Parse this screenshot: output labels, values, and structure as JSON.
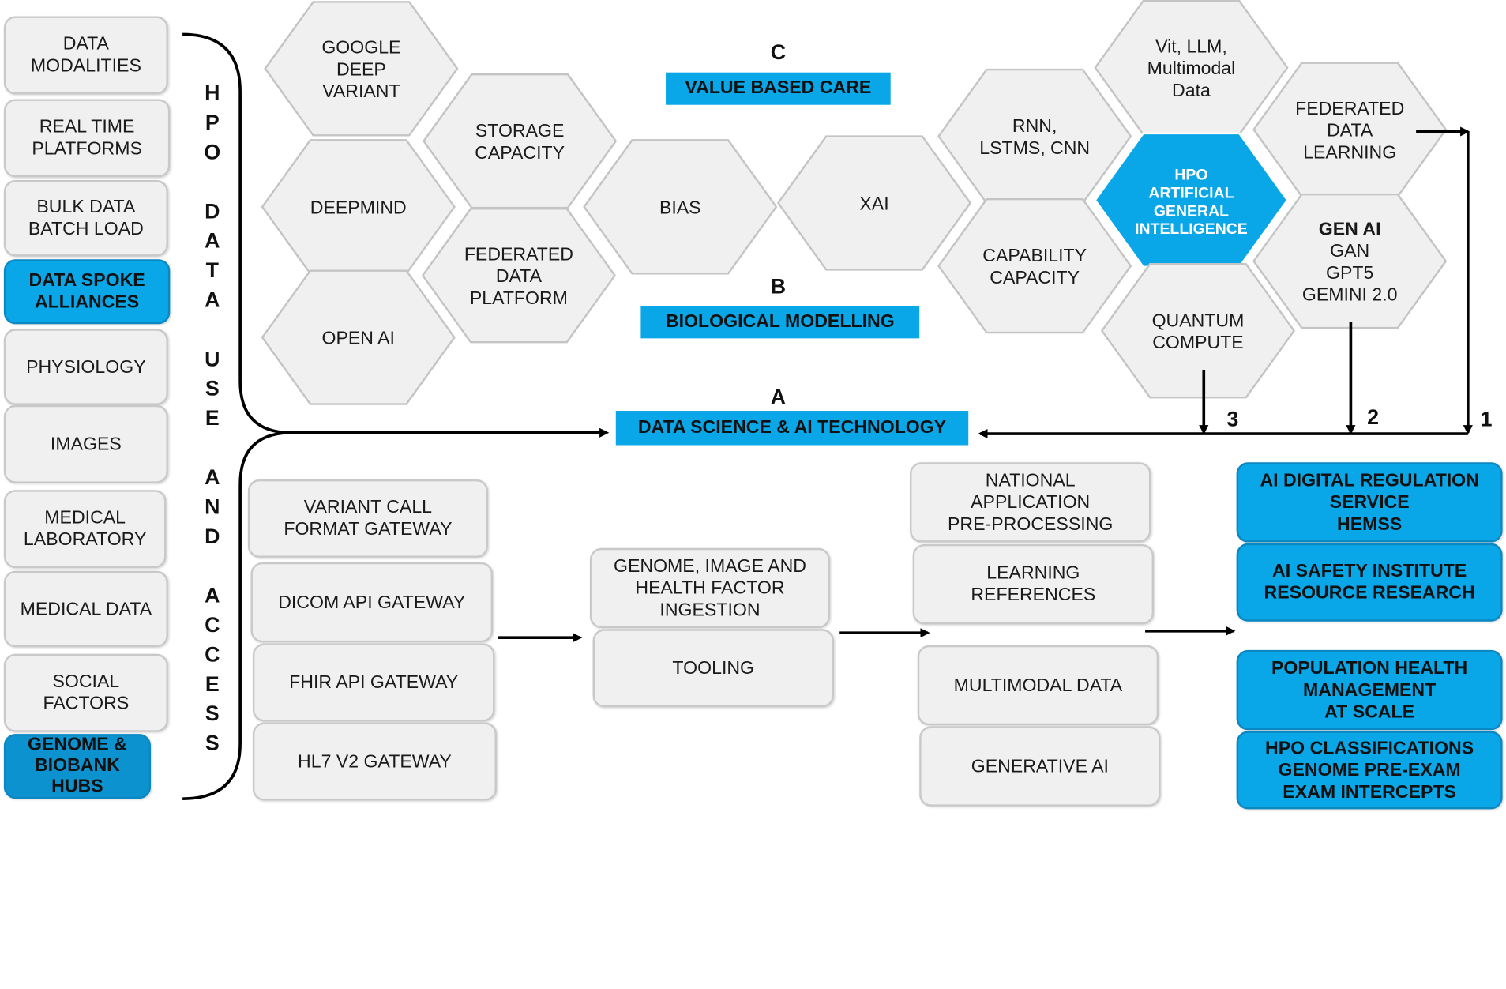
{
  "left_items": [
    {
      "text": "DATA\nMODALITIES",
      "highlight": false
    },
    {
      "text": "REAL TIME\nPLATFORMS",
      "highlight": false
    },
    {
      "text": "BULK DATA\nBATCH LOAD",
      "highlight": false
    },
    {
      "text": "DATA SPOKE\nALLIANCES",
      "highlight": true
    },
    {
      "text": "PHYSIOLOGY",
      "highlight": false
    },
    {
      "text": "IMAGES",
      "highlight": false
    },
    {
      "text": "MEDICAL\nLABORATORY",
      "highlight": false
    },
    {
      "text": "MEDICAL DATA",
      "highlight": false
    },
    {
      "text": "SOCIAL\nFACTORS",
      "highlight": false
    },
    {
      "text": "GENOME &\nBIOBANK\nHUBS",
      "highlight": true
    }
  ],
  "vertical_text": "HPO DATA USE AND ACCESS",
  "hexagons": [
    {
      "lines": [
        "GOOGLE",
        "DEEP",
        "VARIANT"
      ],
      "highlight": false
    },
    {
      "lines": [
        "DEEPMIND"
      ],
      "highlight": false
    },
    {
      "lines": [
        "OPEN AI"
      ],
      "highlight": false
    },
    {
      "lines": [
        "STORAGE",
        "CAPACITY"
      ],
      "highlight": false
    },
    {
      "lines": [
        "FEDERATED",
        "DATA",
        "PLATFORM"
      ],
      "highlight": false
    },
    {
      "lines": [
        "BIAS"
      ],
      "highlight": false
    },
    {
      "lines": [
        "XAI"
      ],
      "highlight": false
    },
    {
      "lines": [
        "RNN,",
        "LSTMS, CNN"
      ],
      "highlight": false
    },
    {
      "lines": [
        "CAPABILITY",
        "CAPACITY"
      ],
      "highlight": false
    },
    {
      "lines": [
        "Vit, LLM,",
        "Multimodal",
        "Data"
      ],
      "highlight": false
    },
    {
      "lines": [
        "HPO",
        "ARTIFICIAL",
        "GENERAL",
        "INTELLIGENCE"
      ],
      "highlight": true
    },
    {
      "lines": [
        "QUANTUM",
        "COMPUTE"
      ],
      "highlight": false
    },
    {
      "lines": [
        "FEDERATED",
        "DATA",
        "LEARNING"
      ],
      "highlight": false
    },
    {
      "lines": [
        "GEN AI",
        "GAN",
        "GPT5",
        "GEMINI 2.0"
      ],
      "highlight": false
    }
  ],
  "sections": {
    "c": {
      "letter": "C",
      "label": "VALUE BASED CARE"
    },
    "b": {
      "letter": "B",
      "label": "BIOLOGICAL MODELLING"
    },
    "a": {
      "letter": "A",
      "label": "DATA SCIENCE  & AI TECHNOLOGY"
    }
  },
  "flow_numbers": [
    "3",
    "2",
    "1"
  ],
  "gateways": [
    "VARIANT CALL\nFORMAT GATEWAY",
    "DICOM API GATEWAY",
    "FHIR API GATEWAY",
    "HL7 V2 GATEWAY"
  ],
  "ingestion": [
    "GENOME, IMAGE AND\nHEALTH FACTOR\nINGESTION",
    "TOOLING"
  ],
  "processing": [
    "NATIONAL\nAPPLICATION\nPRE-PROCESSING",
    "LEARNING\nREFERENCES",
    "MULTIMODAL  DATA",
    "GENERATIVE AI"
  ],
  "outputs": [
    "AI DIGITAL REGULATION\nSERVICE\nHEMSS",
    "AI SAFETY INSTITUTE\nRESOURCE RESEARCH",
    "POPULATION HEALTH\nMANAGEMENT\nAT SCALE",
    "HPO CLASSIFICATIONS\nGENOME PRE-EXAM\nEXAM INTERCEPTS"
  ],
  "colors": {
    "accent": "#09a6e8",
    "box_fill": "#f0f0f0",
    "border": "#c9c9c9"
  }
}
